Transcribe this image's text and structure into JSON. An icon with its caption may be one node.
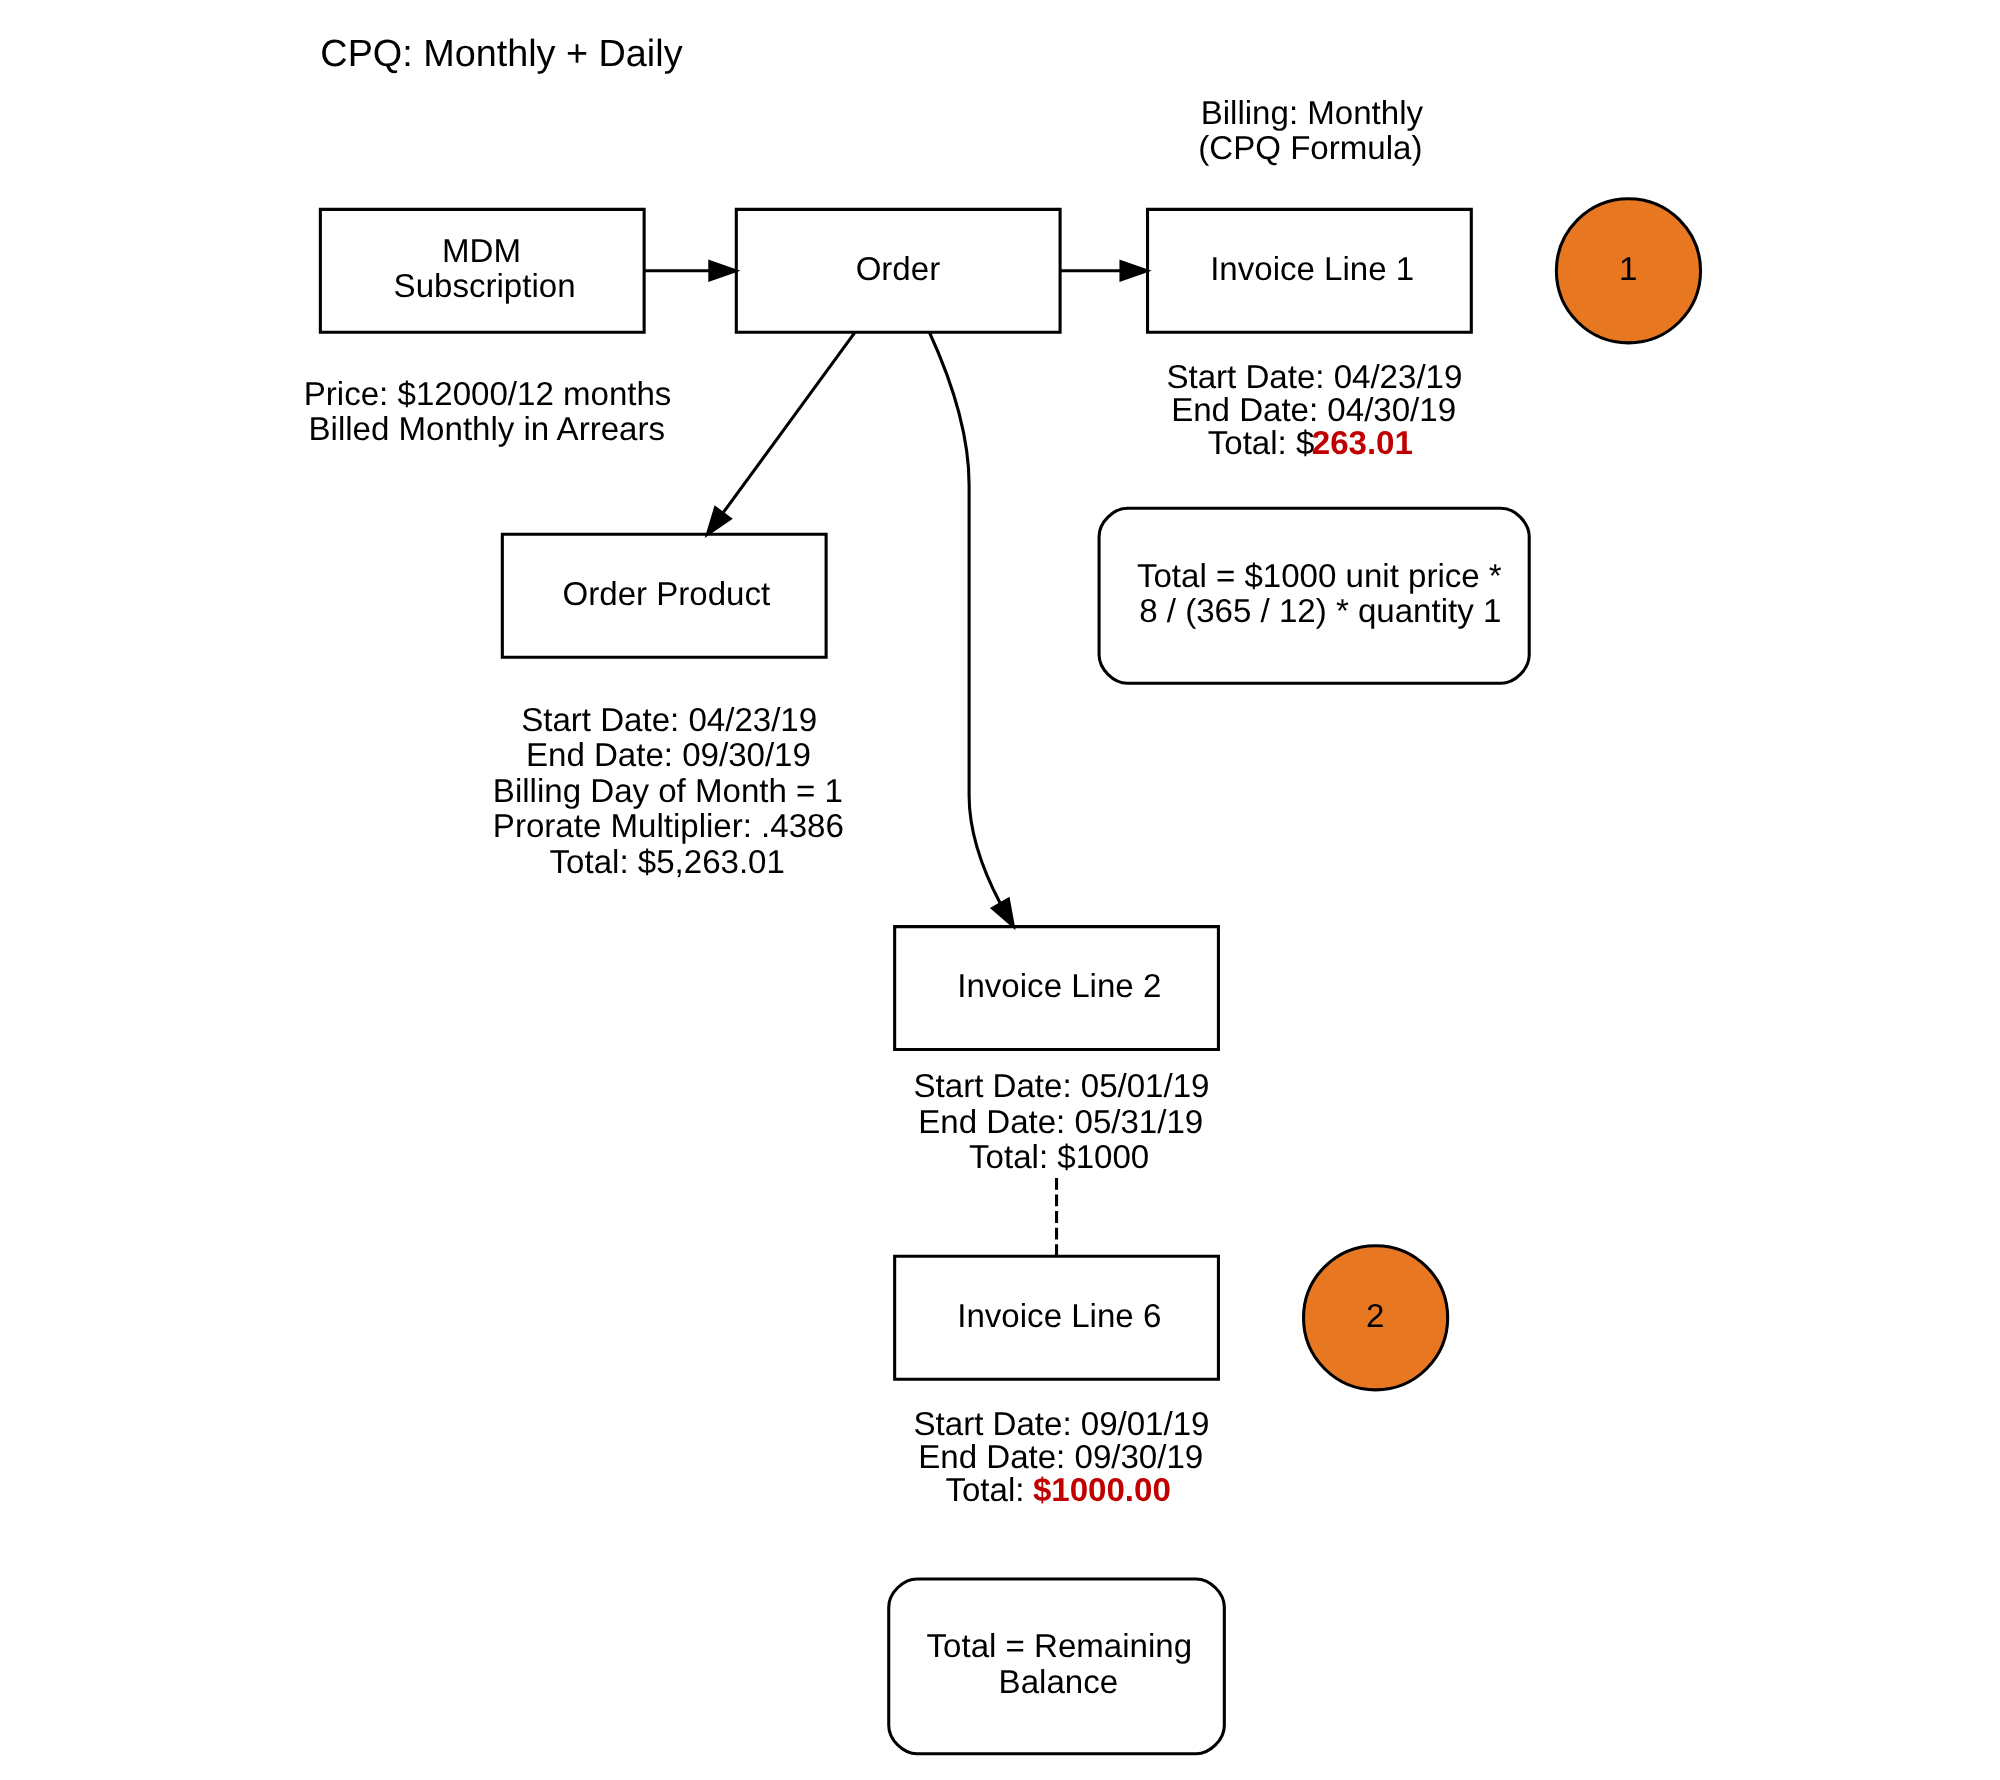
{
  "diagram": {
    "title": "CPQ: Monthly + Daily",
    "nodes": [
      {
        "text": [
          "MDM Subscription"
        ],
        "beside": [
          "Price: $12000/12 months Billed Monthly in Arrears"
        ]
      },
      {
        "text": [
          "Order"
        ]
      },
      {
        "text": [
          "Order Product"
        ],
        "beside": [
          "Start Date: 04/23/19",
          "End Date: 09/30/19",
          "Billing Day of Month = 1",
          "Prorate Multiplier: .4386",
          "Total: $5,263.01"
        ]
      },
      {
        "text": [
          "Invoice Line 1"
        ],
        "beside": [
          "Start Date: 04/23/19",
          "End Date: 04/30/19",
          "Total: $**263.01**"
        ]
      },
      {
        "text": [
          "Total = $1000 unit price * 8 / (365 / 12) * quantity 1"
        ]
      },
      {
        "text": [
          "1"
        ]
      },
      {
        "text": [
          "Invoice Line 2"
        ],
        "beside": [
          "Start Date: 05/01/19",
          "End Date: 05/31/19",
          "Total: $1000"
        ]
      },
      {
        "text": [
          "Invoice Line 6"
        ],
        "beside": [
          "Start Date: 09/01/19",
          "End Date: 09/30/19",
          "Total: **$1000.00**"
        ]
      },
      {
        "text": [
          "2"
        ]
      },
      {
        "text": [
          "Total = Remaining Balance"
        ]
      }
    ],
    "edges": [
      {
        "from": 0,
        "to": 1,
        "arrow": "to"
      },
      {
        "from": 1,
        "to": 2,
        "arrow": "to"
      },
      {
        "from": 1,
        "to": 3,
        "arrow": "to"
      },
      {
        "from": 1,
        "to": 6,
        "arrow": "to"
      },
      {
        "from": 6,
        "to": 7,
        "arrow": "none",
        "style": "dashed"
      }
    ],
    "labels": [
      "Billing: Monthly (CPQ Formula)"
    ]
  }
}
